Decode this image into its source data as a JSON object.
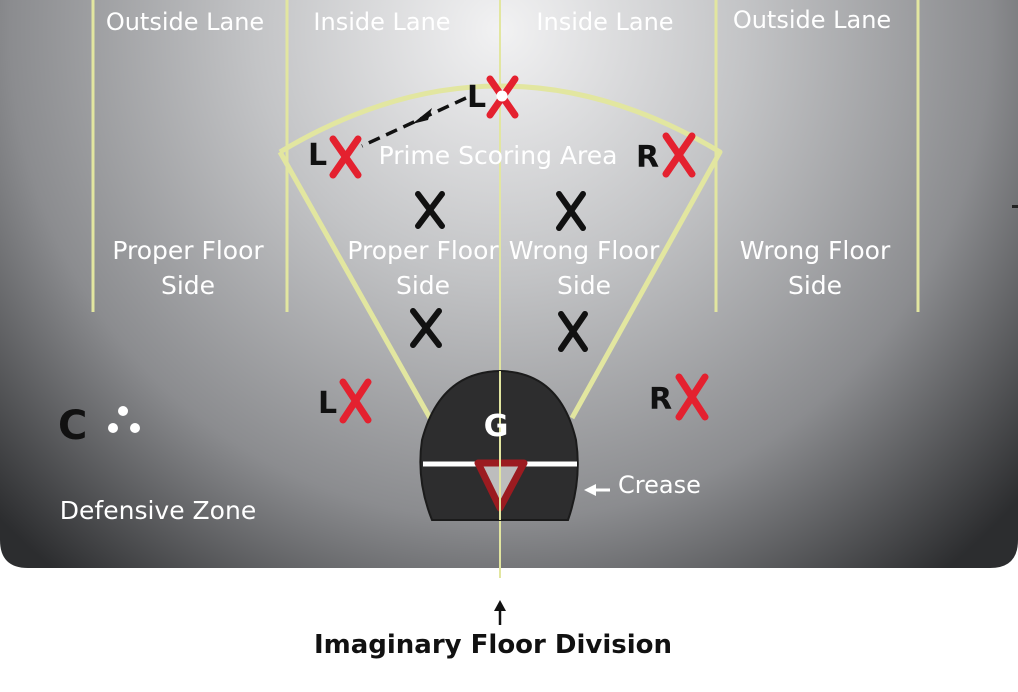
{
  "lanes": [
    "Outside Lane",
    "Inside Lane",
    "Inside Lane",
    "Outside Lane"
  ],
  "zones": {
    "proper_outer": [
      "Proper Floor",
      "Side"
    ],
    "proper_inner": [
      "Proper Floor",
      "Side"
    ],
    "wrong_inner": [
      "Wrong Floor",
      "Side"
    ],
    "wrong_outer": [
      "Wrong Floor",
      "Side"
    ],
    "prime": "Prime Scoring Area",
    "defensive": "Defensive Zone"
  },
  "players": {
    "top_left": "L",
    "left_post": "L",
    "right_post": "R",
    "low_left": "L",
    "low_right": "R",
    "goalie": "G",
    "center": "C"
  },
  "crease_label": "Crease",
  "caption": "Imaginary Floor Division",
  "colors": {
    "line": "#e2e6a0",
    "marker_red": "#e4212f",
    "marker_black": "#111111",
    "crease_triangle": "#9b1b20"
  }
}
